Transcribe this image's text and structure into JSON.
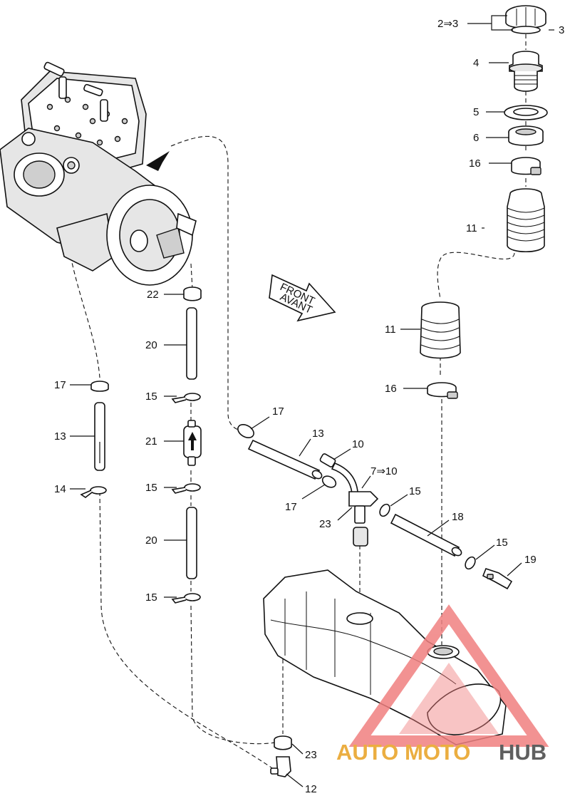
{
  "labels": {
    "l_2to3": "2⇒3",
    "l_3": "3",
    "l_4": "4",
    "l_5": "5",
    "l_6": "6",
    "l_16_top": "16",
    "l_11_top": "11",
    "l_11_mid": "11",
    "l_16_mid": "16",
    "l_22": "22",
    "l_20_top": "20",
    "l_15_a": "15",
    "l_21": "21",
    "l_15_b": "15",
    "l_20_bot": "20",
    "l_15_c": "15",
    "l_17_left": "17",
    "l_13_left": "13",
    "l_14": "14",
    "l_17_hose": "17",
    "l_13_hose": "13",
    "l_10": "10",
    "l_7to10": "7⇒10",
    "l_15_d": "15",
    "l_17_lower": "17",
    "l_23_mid": "23",
    "l_18": "18",
    "l_15_e": "15",
    "l_19": "19",
    "l_23_bot": "23",
    "l_12": "12"
  },
  "direction_arrow": {
    "line1": "FRONT",
    "line2": "AVANT"
  },
  "watermark": {
    "part1": "AUTO",
    "part2": "MOTO",
    "part3": "HUB",
    "color_primary": "#e8a020",
    "color_secondary": "#f08080",
    "color_dark": "#444444"
  }
}
